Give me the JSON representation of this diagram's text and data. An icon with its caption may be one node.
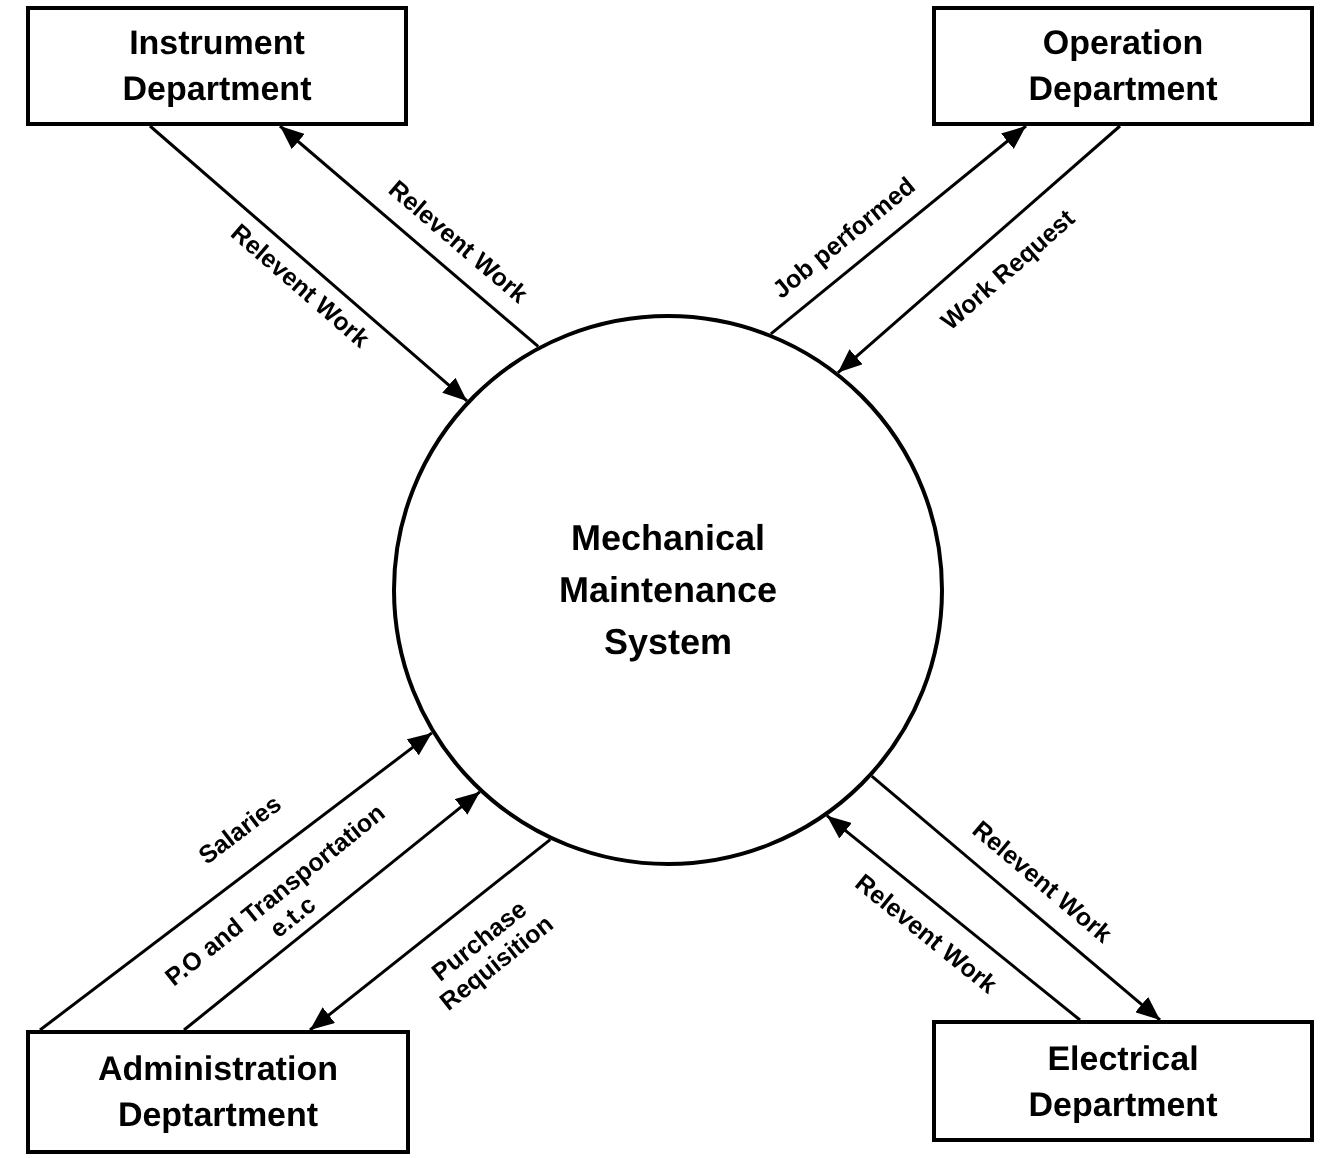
{
  "diagram": {
    "nodes": [
      {
        "text": [
          "Instrument Department"
        ]
      },
      {
        "text": [
          "Operation Department"
        ]
      },
      {
        "text": [
          "Mechanical Maintenance System"
        ]
      },
      {
        "text": [
          "Administration Deptartment"
        ]
      },
      {
        "text": [
          "Electrical Department"
        ]
      }
    ],
    "edges": [
      {
        "from": 0,
        "to": 2,
        "arrow": "to",
        "label": "Relevent Work"
      },
      {
        "from": 2,
        "to": 0,
        "arrow": "to",
        "label": "Relevent Work"
      },
      {
        "from": 2,
        "to": 1,
        "arrow": "to",
        "label": "Job performed"
      },
      {
        "from": 1,
        "to": 2,
        "arrow": "to",
        "label": "Work Request"
      },
      {
        "from": 3,
        "to": 2,
        "arrow": "to",
        "label": "Salaries"
      },
      {
        "from": 3,
        "to": 2,
        "arrow": "to",
        "label": "P.O and Transportation e.t.c"
      },
      {
        "from": 2,
        "to": 3,
        "arrow": "to",
        "label": "Purchase Requisition"
      },
      {
        "from": 2,
        "to": 4,
        "arrow": "to",
        "label": "Relevent Work"
      },
      {
        "from": 4,
        "to": 2,
        "arrow": "to",
        "label": "Relevent Work"
      }
    ]
  }
}
